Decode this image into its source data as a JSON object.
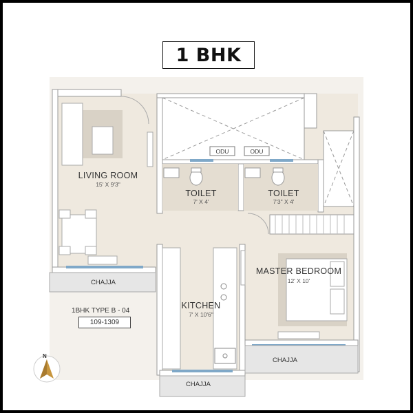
{
  "title": "1 BHK",
  "rooms": {
    "living": {
      "name": "LIVING ROOM",
      "size": "15' X 9'3\""
    },
    "toilet1": {
      "name": "TOILET",
      "size": "7' X 4'"
    },
    "toilet2": {
      "name": "TOILET",
      "size": "7'3\" X 4'"
    },
    "bedroom": {
      "name": "MASTER BEDROOM",
      "size": "12' X 10'"
    },
    "kitchen": {
      "name": "KITCHEN",
      "size": "7' X 10'6\""
    }
  },
  "odu_labels": [
    "ODU",
    "ODU"
  ],
  "chajja_labels": [
    "CHAJJA",
    "CHAJJA",
    "CHAJJA"
  ],
  "unit": {
    "type": "1BHK TYPE B - 04",
    "ids": "109-1309"
  },
  "compass": {
    "label": "N"
  },
  "colors": {
    "floor": "#efe9df",
    "wall": "#ffffff",
    "wall_edge": "#9a9a9a",
    "window": "#7fa8c8",
    "furniture": "#bdbdbd",
    "rug": "#d9d2c6",
    "compass": "#c8963e"
  }
}
